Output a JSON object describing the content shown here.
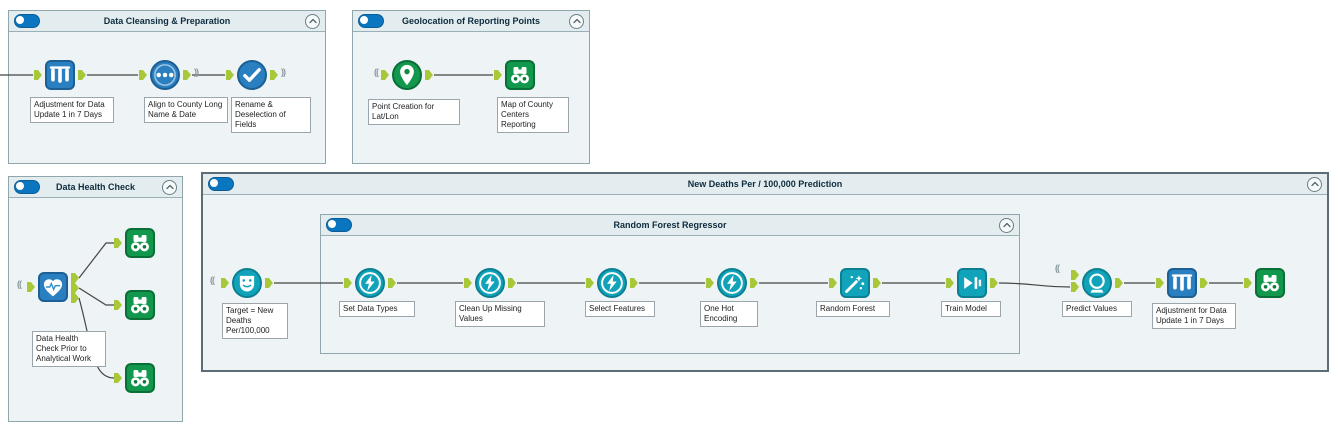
{
  "colors": {
    "toggle_on": "#0b76c0",
    "container_bg": "#eef4f5",
    "container_header": "#e3ecee",
    "container_border": "#8fa6ad",
    "selected_container_border": "#5c6d75",
    "tool_blue": "#2a7fc0",
    "tool_teal": "#11a3ba",
    "tool_green": "#12984d",
    "anchor_green": "#a8c83a",
    "wire": "#444444"
  },
  "containers": {
    "cleansing": {
      "title": "Data Cleansing & Preparation",
      "tools": {
        "adjustment": {
          "label": "Adjustment for Data Update 1 in 7 Days",
          "icon": "test-tubes-icon"
        },
        "align": {
          "label": "Align to County Long Name & Date",
          "icon": "dots-icon"
        },
        "rename": {
          "label": "Rename & Deselection of Fields",
          "icon": "check-icon"
        }
      }
    },
    "geolocation": {
      "title": "Geolocation of Reporting Points",
      "tools": {
        "point": {
          "label": "Point Creation for Lat/Lon",
          "icon": "map-pin-icon"
        },
        "map": {
          "label": "Map of County Centers Reporting",
          "icon": "binoculars-icon"
        }
      }
    },
    "health": {
      "title": "Data Health Check",
      "tools": {
        "check": {
          "label": "Data Health Check Prior to Analytical Work",
          "icon": "heartbeat-icon"
        }
      }
    },
    "prediction": {
      "title": "New Deaths Per / 100,000 Prediction",
      "tools": {
        "target": {
          "label": "Target = New Deaths Per/100,000",
          "icon": "mask-icon"
        },
        "predict": {
          "label": "Predict Values",
          "icon": "crystal-ball-icon"
        },
        "adjustment": {
          "label": "Adjustment for Data Update 1 in 7 Days",
          "icon": "test-tubes-icon"
        }
      },
      "nested": {
        "title": "Random Forest Regressor",
        "tools": {
          "set_types": {
            "label": "Set Data Types",
            "icon": "bolt-icon"
          },
          "clean": {
            "label": "Clean Up Missing Values",
            "icon": "bolt-icon"
          },
          "select": {
            "label": "Select Features",
            "icon": "bolt-icon"
          },
          "onehot": {
            "label": "One Hot Encoding",
            "icon": "bolt-icon"
          },
          "forest": {
            "label": "Random Forest",
            "icon": "sparkle-icon"
          },
          "train": {
            "label": "Train Model",
            "icon": "funnel-arrow-icon"
          }
        }
      }
    }
  }
}
